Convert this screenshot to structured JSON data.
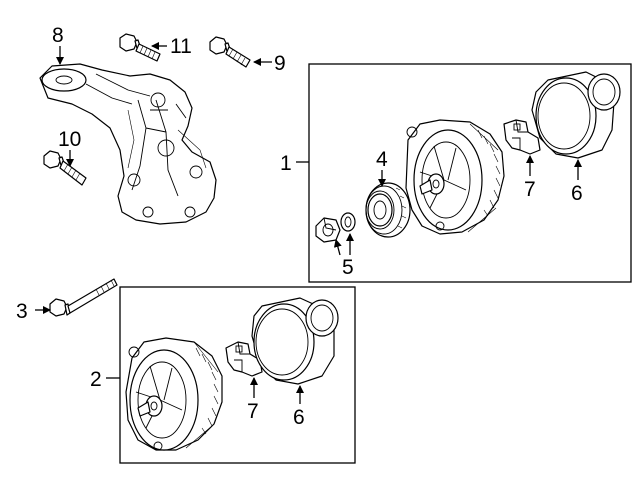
{
  "callouts": {
    "c1": "1",
    "c2": "2",
    "c3": "3",
    "c4": "4",
    "c5": "5",
    "c6a": "6",
    "c6b": "6",
    "c7a": "7",
    "c7b": "7",
    "c8": "8",
    "c9": "9",
    "c10": "10",
    "c11": "11"
  }
}
